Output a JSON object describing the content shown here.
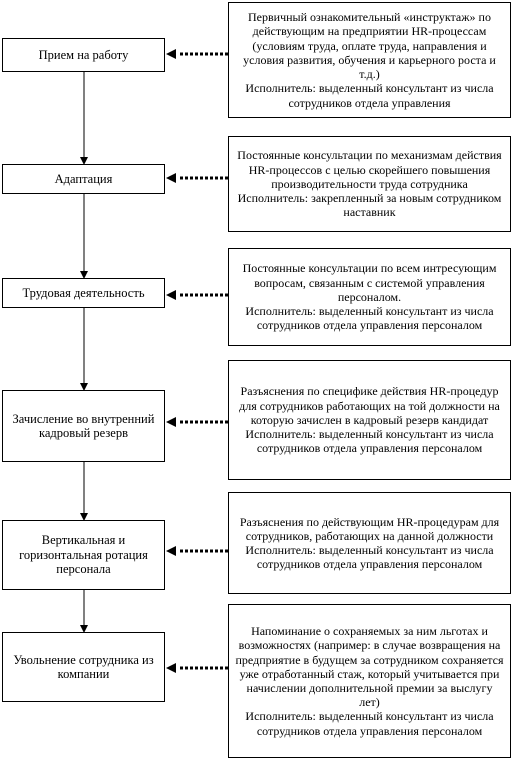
{
  "stages": [
    {
      "label": "Прием на работу"
    },
    {
      "label": "Адаптация"
    },
    {
      "label": "Трудовая деятельность"
    },
    {
      "label": "Зачисление во внутренний кадровый резерв"
    },
    {
      "label": "Вертикальная и горизонтальная ротация персонала"
    },
    {
      "label": "Увольнение сотрудника из компании"
    }
  ],
  "notes": [
    {
      "text": "Первичный ознакомительный «инструктаж» по действующим на предприятии HR-процессам (условиям труда, оплате труда, направления и условия развития, обучения и карьерного роста и т.д.)",
      "executor": "Исполнитель: выделенный консультант из числа сотрудников отдела управления"
    },
    {
      "text": "Постоянные консультации по механизмам действия HR-процессов с целью скорейшего повышения производительности труда сотрудника",
      "executor": "Исполнитель: закрепленный за новым сотрудником наставник"
    },
    {
      "text": "Постоянные консультации по всем интресующим вопросам, связанным с системой управления персоналом.",
      "executor": "Исполнитель: выделенный консультант из числа сотрудников отдела управления персоналом"
    },
    {
      "text": "Разъяснения по специфике действия HR-процедур для сотрудников работающих на той должности на которую зачислен в кадровый резерв кандидат",
      "executor": "Исполнитель: выделенный консультант из числа сотрудников отдела управления персоналом"
    },
    {
      "text": "Разъяснения по действующим HR-процедурам для сотрудников, работающих на данной должности",
      "executor": "Исполнитель: выделенный консультант из числа сотрудников отдела управления персоналом"
    },
    {
      "text": "Напоминание о сохраняемых за ним льготах и возможностях (например: в случае возвращения на предприятие в будущем за сотрудником сохраняется уже отработанный стаж, который учитывается при начислении дополнительной премии за выслугу лет)",
      "executor": "Исполнитель: выделенный консультант из числа сотрудников отдела управления персоналом"
    }
  ]
}
